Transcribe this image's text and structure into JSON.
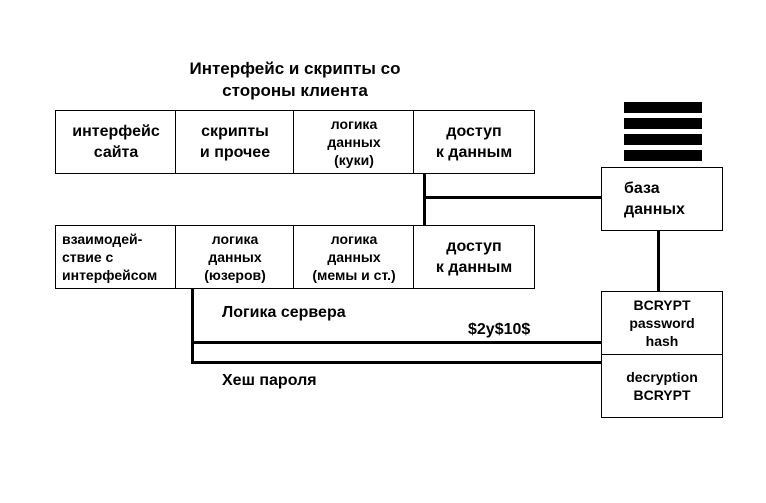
{
  "client": {
    "title": "Интерфейс и скрипты со\nстороны клиента",
    "cells": [
      "интерфейс\nсайта",
      "скрипты\nи прочее",
      "логика\nданных\n(куки)",
      "доступ\nк данным"
    ]
  },
  "server": {
    "cells": [
      "взаимодей-\nствие с\nинтерфейсом",
      "логика\nданных\n(юзеров)",
      "логика\nданных\n(мемы и ст.)",
      "доступ\nк данным"
    ],
    "label": "Логика сервера"
  },
  "database": {
    "icon": "database-stack-icon",
    "label": "база\nданных"
  },
  "bcrypt": {
    "hash_label": "BCRYPT\npassword\nhash",
    "decrypt_label": "decryption\nBCRYPT"
  },
  "hash_prefix": "$2y$10$",
  "hash_label": "Хеш пароля"
}
